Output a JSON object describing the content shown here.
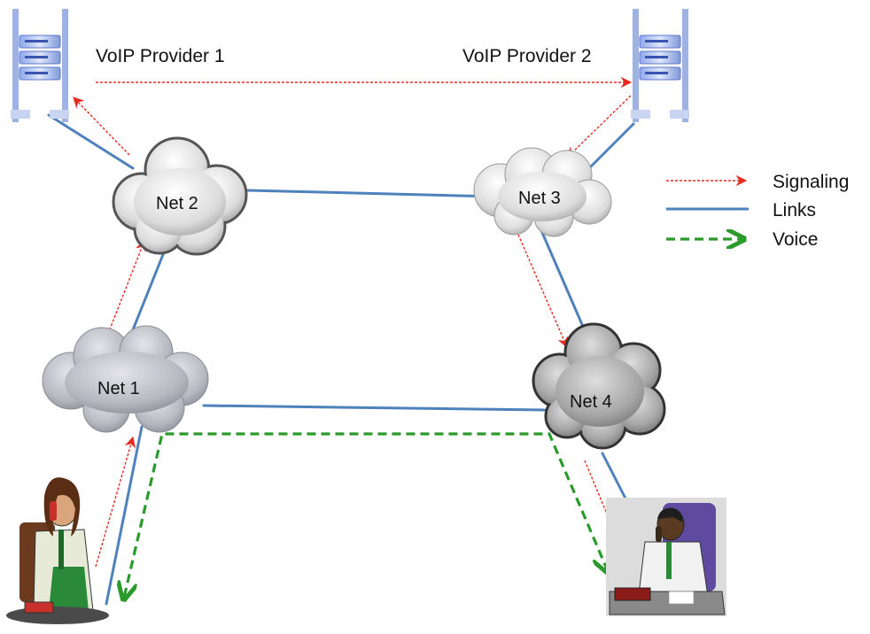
{
  "providers": {
    "p1": "VoIP Provider 1",
    "p2": "VoIP Provider 2"
  },
  "networks": {
    "net1": "Net 1",
    "net2": "Net 2",
    "net3": "Net 3",
    "net4": "Net 4"
  },
  "legend": {
    "signaling": "Signaling",
    "links": "Links",
    "voice": "Voice"
  },
  "colors": {
    "signaling": "#e52b22",
    "links": "#4f81bd",
    "voice": "#2a9a2a"
  }
}
